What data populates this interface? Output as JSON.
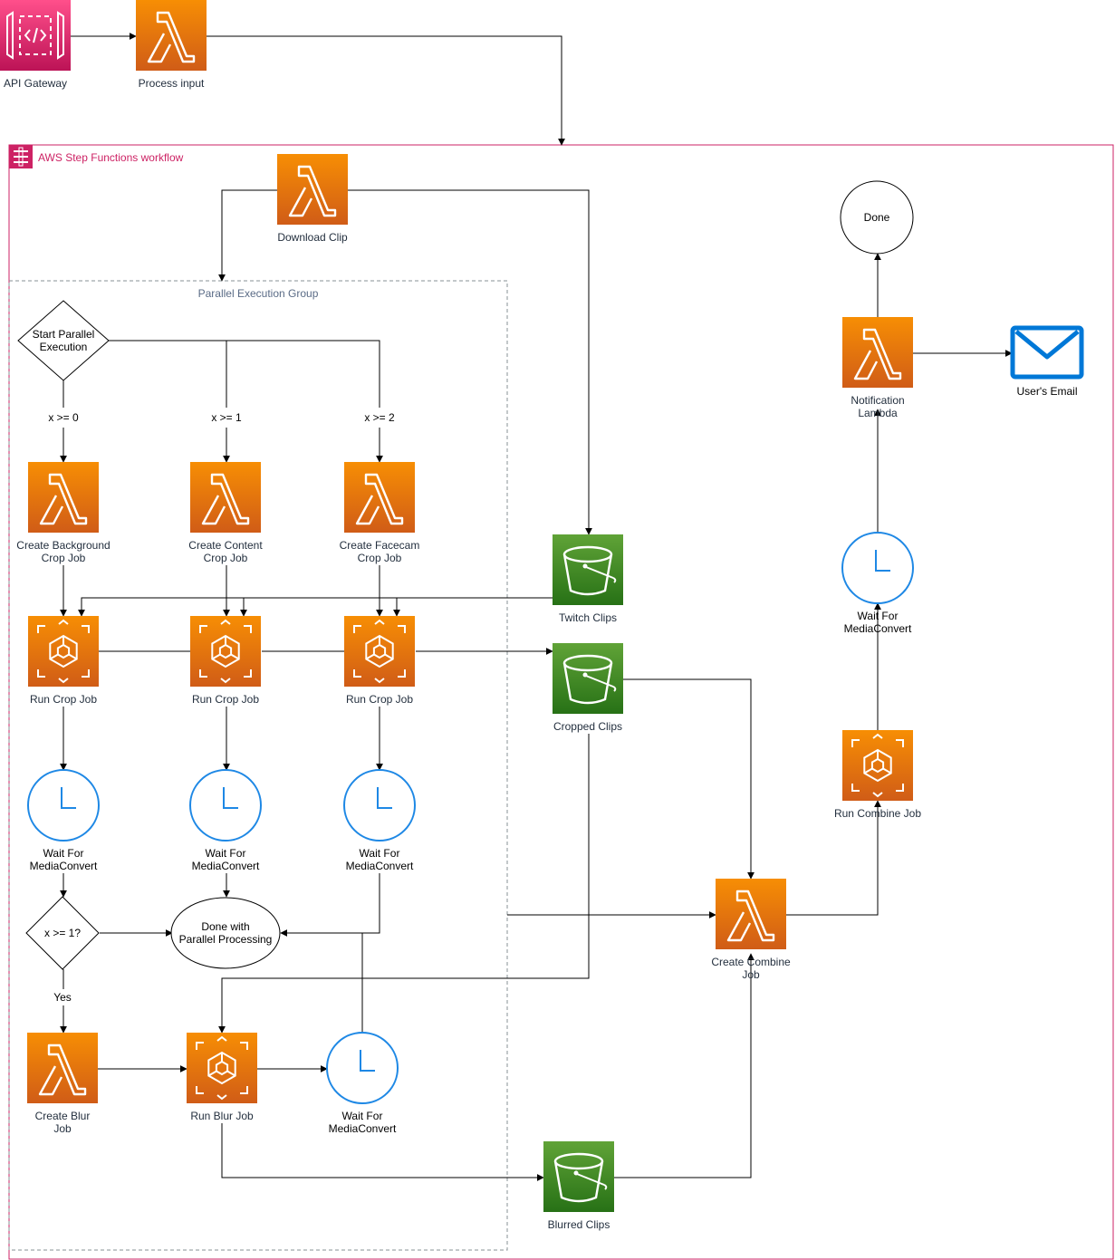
{
  "workflow": {
    "title": "AWS Step Functions workflow"
  },
  "parallel_group": {
    "title": "Parallel Execution Group"
  },
  "colors": {
    "lambda_top": "#f78e04",
    "lambda_bottom": "#d05c17",
    "mediaconvert_top": "#f78e04",
    "mediaconvert_bottom": "#d05c17",
    "s3_top": "#60a337",
    "s3_bottom": "#277116",
    "apigw_top": "#ff4f8b",
    "apigw_bottom": "#bc1356",
    "clock": "#1e88e5",
    "email": "#0078d7",
    "workflow_border": "#cd2264",
    "group_border": "#879196"
  },
  "nodes": {
    "api_gateway": {
      "label": [
        "API Gateway"
      ],
      "icon": "api-gateway-icon"
    },
    "process_input": {
      "label": [
        "Process input"
      ],
      "icon": "lambda-icon"
    },
    "download_clip": {
      "label": [
        "Download Clip"
      ],
      "icon": "lambda-icon"
    },
    "start_parallel": {
      "label": [
        "Start Parallel",
        "Execution"
      ],
      "shape": "diamond"
    },
    "create_background": {
      "label": [
        "Create Background",
        "Crop Job"
      ],
      "icon": "lambda-icon"
    },
    "create_content": {
      "label": [
        "Create Content",
        "Crop Job"
      ],
      "icon": "lambda-icon"
    },
    "create_facecam": {
      "label": [
        "Create Facecam",
        "Crop Job"
      ],
      "icon": "lambda-icon"
    },
    "run_crop_1": {
      "label": [
        "Run Crop Job"
      ],
      "icon": "mediaconvert-icon"
    },
    "run_crop_2": {
      "label": [
        "Run Crop Job"
      ],
      "icon": "mediaconvert-icon"
    },
    "run_crop_3": {
      "label": [
        "Run Crop Job"
      ],
      "icon": "mediaconvert-icon"
    },
    "wait_1": {
      "label": [
        "Wait For",
        "MediaConvert"
      ],
      "icon": "clock-icon"
    },
    "wait_2": {
      "label": [
        "Wait For",
        "MediaConvert"
      ],
      "icon": "clock-icon"
    },
    "wait_3": {
      "label": [
        "Wait For",
        "MediaConvert"
      ],
      "icon": "clock-icon"
    },
    "x_ge_1": {
      "label": [
        "x >= 1?"
      ],
      "shape": "diamond"
    },
    "done_parallel": {
      "label": [
        "Done with",
        "Parallel Processing"
      ],
      "shape": "ellipse"
    },
    "create_blur": {
      "label": [
        "Create Blur",
        "Job"
      ],
      "icon": "lambda-icon"
    },
    "run_blur": {
      "label": [
        "Run Blur Job"
      ],
      "icon": "mediaconvert-icon"
    },
    "wait_blur": {
      "label": [
        "Wait For",
        "MediaConvert"
      ],
      "icon": "clock-icon"
    },
    "twitch_clips": {
      "label": [
        "Twitch Clips"
      ],
      "icon": "s3-bucket-icon"
    },
    "cropped_clips": {
      "label": [
        "Cropped Clips"
      ],
      "icon": "s3-bucket-icon"
    },
    "blurred_clips": {
      "label": [
        "Blurred Clips"
      ],
      "icon": "s3-bucket-icon"
    },
    "create_combine": {
      "label": [
        "Create Combine",
        "Job"
      ],
      "icon": "lambda-icon"
    },
    "run_combine": {
      "label": [
        "Run Combine Job"
      ],
      "icon": "mediaconvert-icon"
    },
    "wait_combine": {
      "label": [
        "Wait For",
        "MediaConvert"
      ],
      "icon": "clock-icon"
    },
    "notification": {
      "label": [
        "Notification",
        "Lambda"
      ],
      "icon": "lambda-icon"
    },
    "done": {
      "label": [
        "Done"
      ],
      "shape": "circle"
    },
    "users_email": {
      "label": [
        "User's Email"
      ],
      "icon": "email-icon"
    }
  },
  "edge_labels": {
    "branch_0": "x >= 0",
    "branch_1": "x >= 1",
    "branch_2": "x >= 2",
    "yes": "Yes"
  }
}
